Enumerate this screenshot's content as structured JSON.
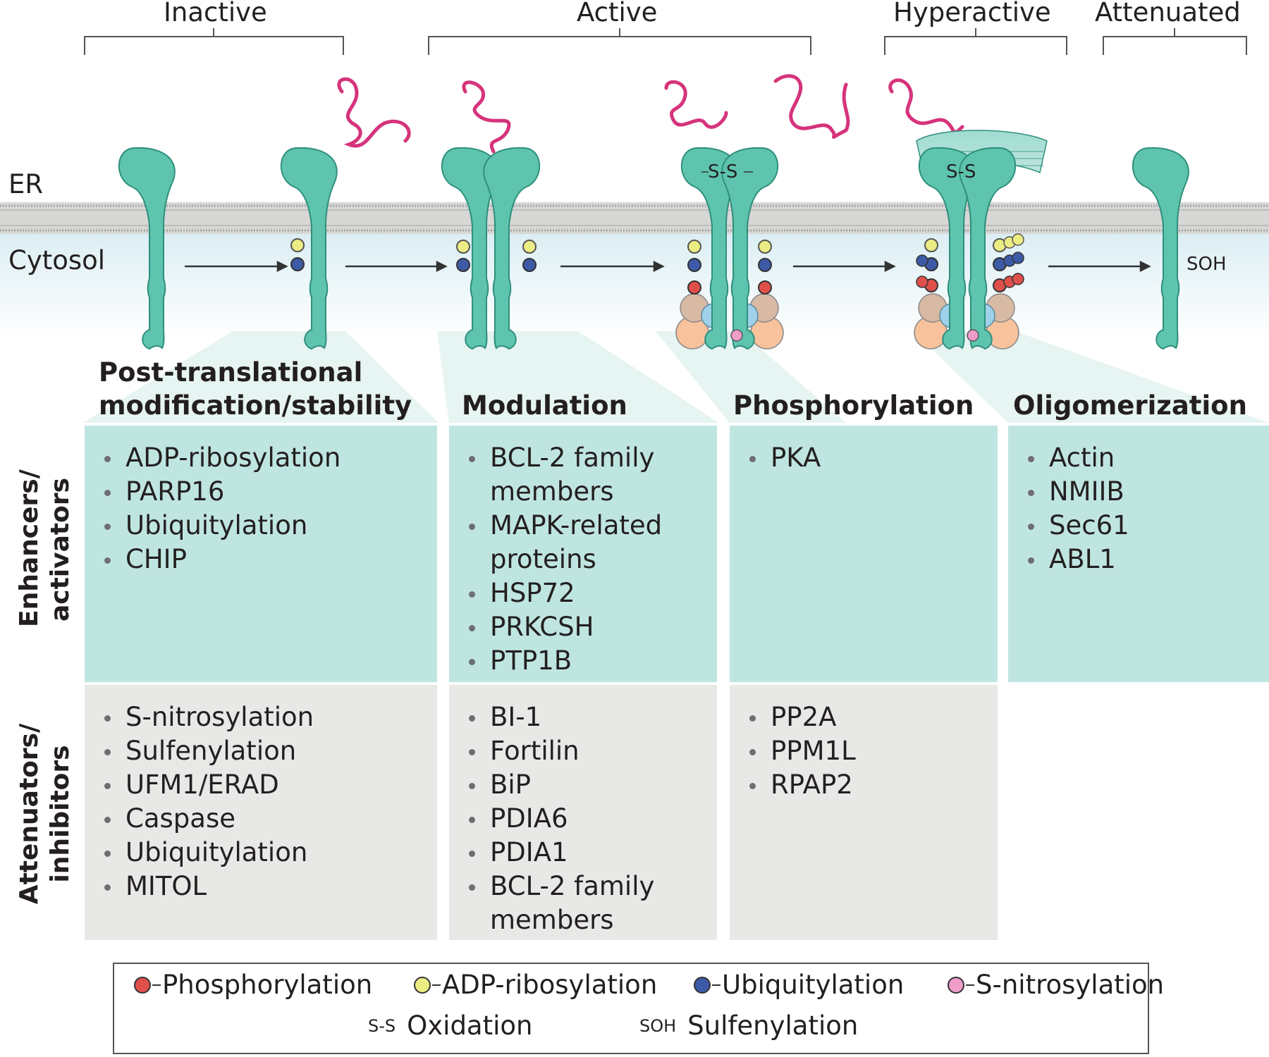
{
  "stages": {
    "inactive": "Inactive",
    "active": "Active",
    "hyperactive": "Hyperactive",
    "attenuated": "Attenuated"
  },
  "compartments": {
    "er": "ER",
    "cytosol": "Cytosol"
  },
  "diagram_tags": {
    "disulfide": "S-S",
    "sulfenyl": "SOH"
  },
  "row_labels": {
    "enhancers": "Enhancers/ activators",
    "attenuators": "Attenuators/ inhibitors"
  },
  "columns": [
    {
      "header": "Post-translational modification/stability",
      "enhancers": [
        "ADP-ribosylation",
        "PARP16",
        "Ubiquitylation",
        "CHIP"
      ],
      "attenuators": [
        "S-nitrosylation",
        "Sulfenylation",
        "UFM1/ERAD",
        "Caspase",
        "Ubiquitylation",
        "MITOL"
      ]
    },
    {
      "header": "Modulation",
      "enhancers": [
        "BCL-2 family members",
        "MAPK-related proteins",
        "HSP72",
        "PRKCSH",
        "PTP1B"
      ],
      "attenuators": [
        "BI-1",
        "Fortilin",
        "BiP",
        "PDIA6",
        "PDIA1",
        "BCL-2 family members"
      ]
    },
    {
      "header": "Phosphorylation",
      "enhancers": [
        "PKA"
      ],
      "attenuators": [
        "PP2A",
        "PPM1L",
        "RPAP2"
      ]
    },
    {
      "header": "Oligomerization",
      "enhancers": [
        "Actin",
        "NMIIB",
        "Sec61",
        "ABL1"
      ],
      "attenuators": []
    }
  ],
  "legend": {
    "phosphorylation": "Phosphorylation",
    "adp": "ADP-ribosylation",
    "ubiquitylation": "Ubiquitylation",
    "snitrosylation": "S-nitrosylation",
    "oxidation_symbol": "S-S",
    "oxidation": "Oxidation",
    "sulfenylation_symbol": "SOH",
    "sulfenylation": "Sulfenylation"
  },
  "colors": {
    "protein": "#5ec4ae",
    "protein_dark": "#2e8f7c",
    "membrane": "#cfcfcd",
    "peptide": "#d6337b",
    "phospho": "#e0504b",
    "adp": "#ecec84",
    "ubiq": "#3c5aa6",
    "snitro": "#ef9cc8",
    "enh_panel": "#bfe5e1",
    "att_panel": "#e8e8e6",
    "peach": "#f7c29c",
    "tan": "#d8b9a4",
    "lightblue": "#9fd2ea"
  }
}
